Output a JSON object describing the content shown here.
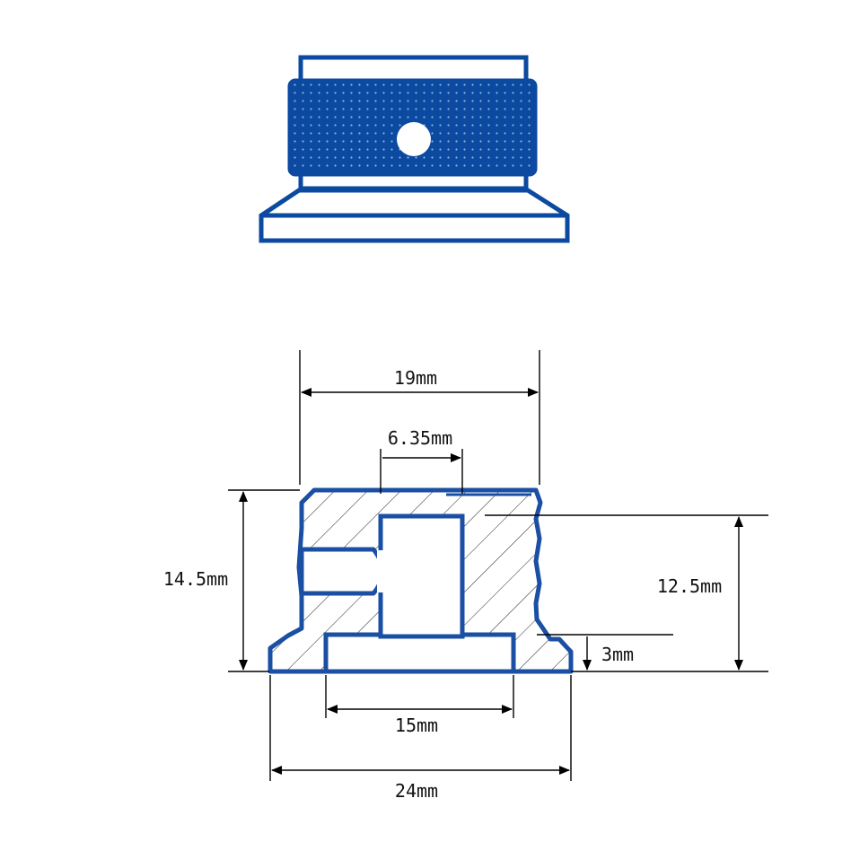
{
  "colors": {
    "part_outline": "#1a4fa3",
    "part_fill": "#0b4aa0",
    "dimension": "#000000",
    "background": "#ffffff"
  },
  "dimensions": {
    "top_width": "19mm",
    "shaft_hole": "6.35mm",
    "total_height": "14.5mm",
    "body_height": "12.5mm",
    "flange_height": "3mm",
    "inner_recess": "15mm",
    "base_width": "24mm"
  }
}
